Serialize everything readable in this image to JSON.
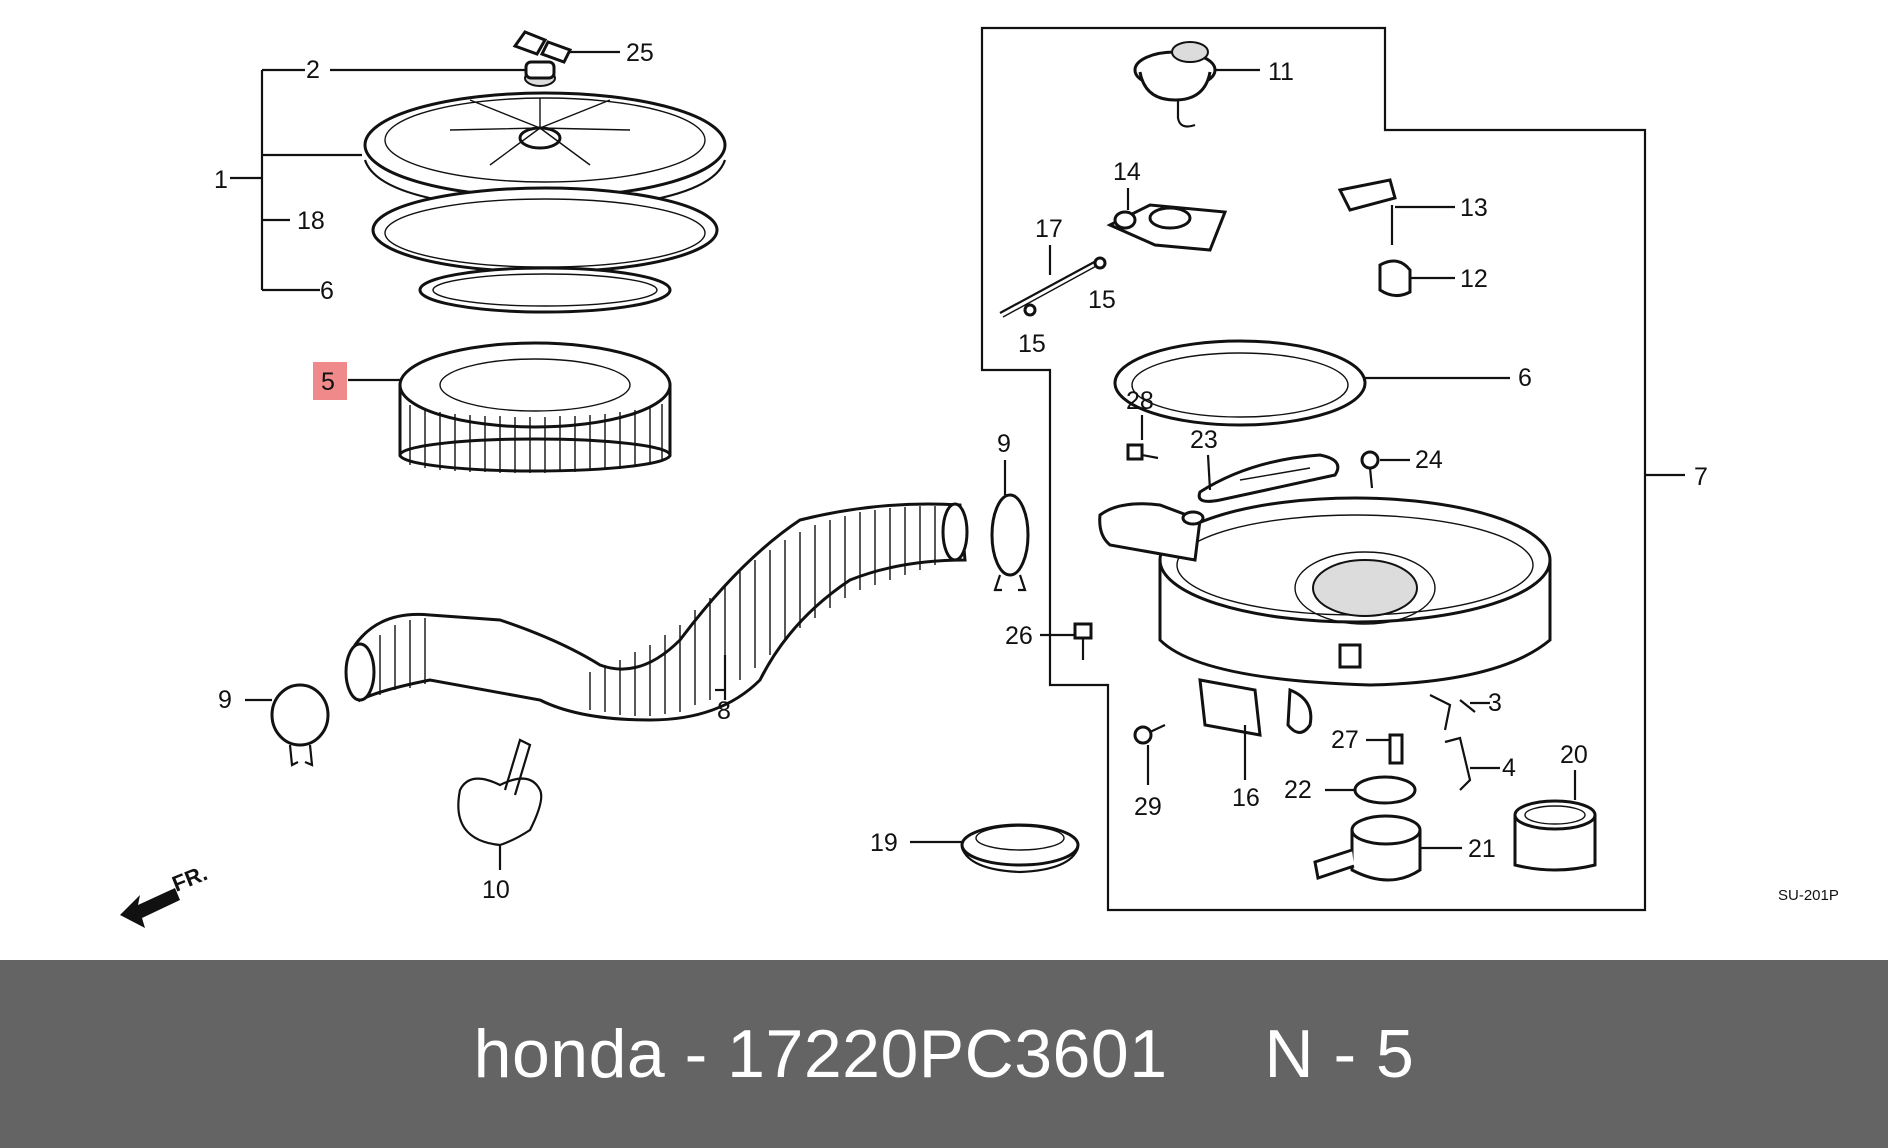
{
  "diagram": {
    "callouts": {
      "c1": "1",
      "c2": "2",
      "c3": "3",
      "c4": "4",
      "c5": "5",
      "c6a": "6",
      "c6b": "6",
      "c7": "7",
      "c8": "8",
      "c9a": "9",
      "c9b": "9",
      "c10": "10",
      "c11": "11",
      "c12": "12",
      "c13": "13",
      "c14": "14",
      "c15a": "15",
      "c15b": "15",
      "c16": "16",
      "c17": "17",
      "c18": "18",
      "c19": "19",
      "c20": "20",
      "c21": "21",
      "c22": "22",
      "c23": "23",
      "c24": "24",
      "c25": "25",
      "c26": "26",
      "c27": "27",
      "c28": "28",
      "c29": "29"
    },
    "highlight_color": "#f08a8a",
    "direction_label": "FR.",
    "drawing_code": "SU-201P"
  },
  "footer": {
    "text": "honda - 17220PC3601     N - 5",
    "background": "#646464",
    "color": "#ffffff"
  }
}
